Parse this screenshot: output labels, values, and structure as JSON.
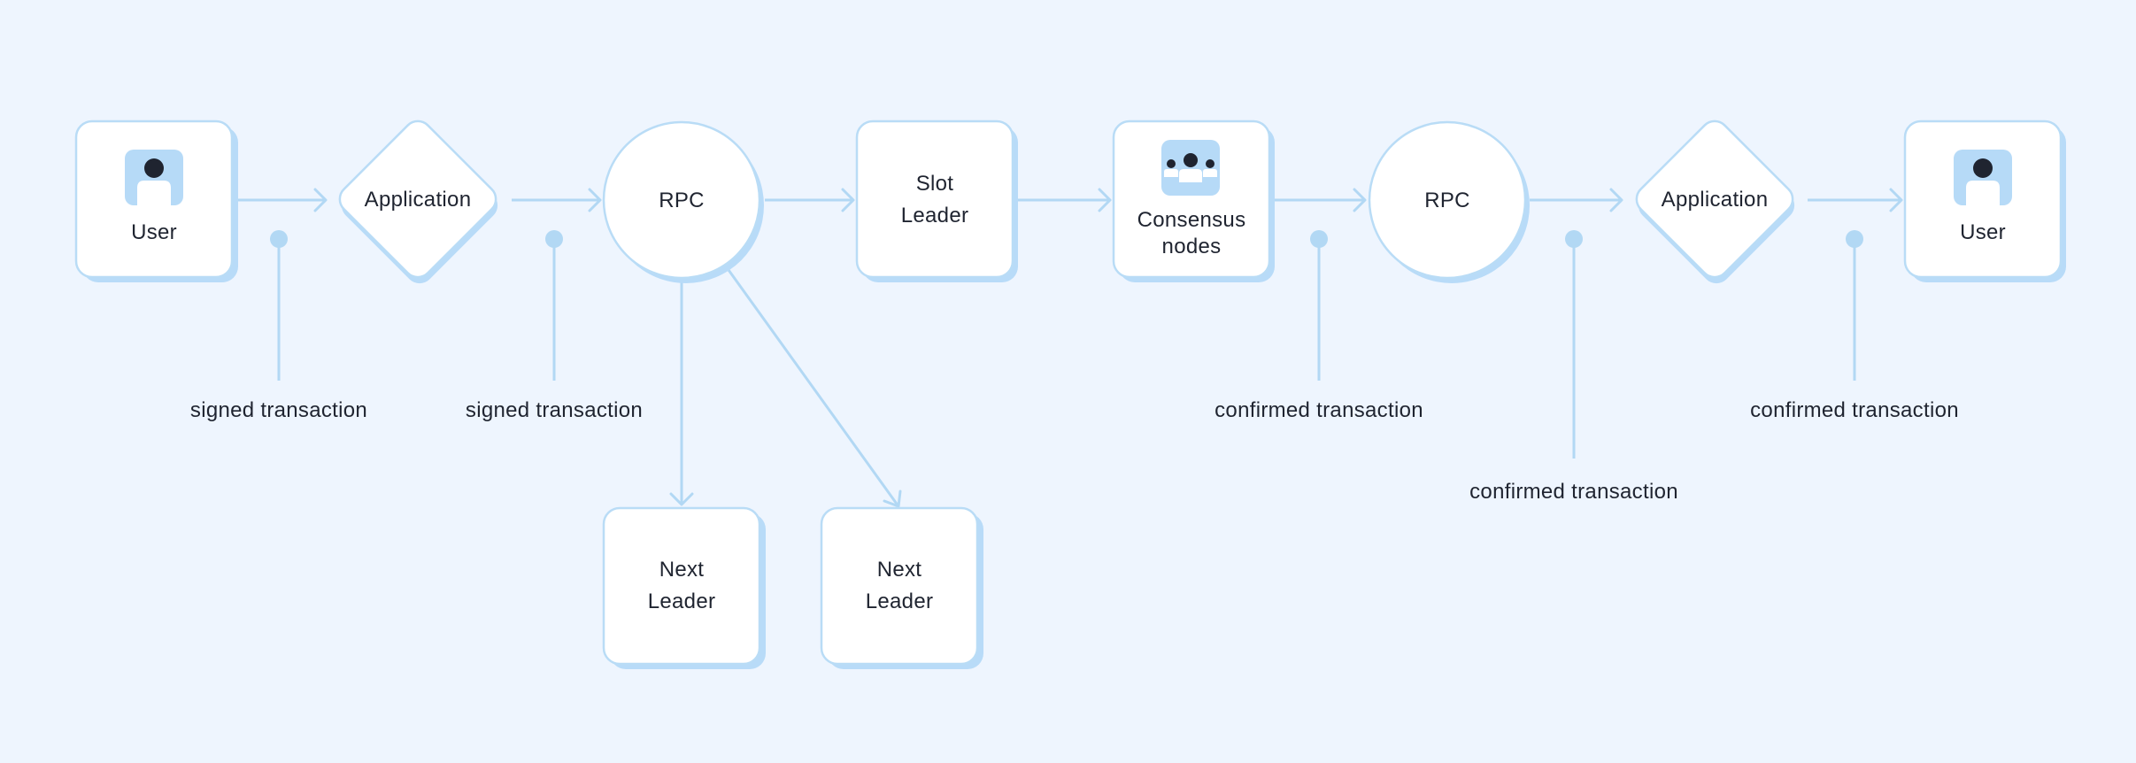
{
  "colors": {
    "background": "#eef5fe",
    "line": "#b2d8f4",
    "shadow": "#b8dbf8",
    "node_fill": "#ffffff",
    "icon_tile": "#b6daf7",
    "icon_dark": "#1f2430"
  },
  "nodes": {
    "user_start": {
      "label": "User",
      "shape": "rounded-square",
      "icon": "user-icon"
    },
    "application_start": {
      "label": "Application",
      "shape": "diamond"
    },
    "rpc_start": {
      "label": "RPC",
      "shape": "circle"
    },
    "slot_leader": {
      "line1": "Slot",
      "line2": "Leader",
      "shape": "rounded-square"
    },
    "consensus_nodes": {
      "line1": "Consensus",
      "line2": "nodes",
      "shape": "rounded-square",
      "icon": "group-icon"
    },
    "rpc_end": {
      "label": "RPC",
      "shape": "circle"
    },
    "application_end": {
      "label": "Application",
      "shape": "diamond"
    },
    "user_end": {
      "label": "User",
      "shape": "rounded-square",
      "icon": "user-icon"
    },
    "next_leader_1": {
      "line1": "Next",
      "line2": "Leader",
      "shape": "rounded-square"
    },
    "next_leader_2": {
      "line1": "Next",
      "line2": "Leader",
      "shape": "rounded-square"
    }
  },
  "edge_labels": {
    "user_to_app": "signed transaction",
    "app_to_rpc": "signed transaction",
    "consensus_to_rpc": "confirmed transaction",
    "rpc_to_app": "confirmed transaction",
    "app_to_user": "confirmed transaction"
  }
}
